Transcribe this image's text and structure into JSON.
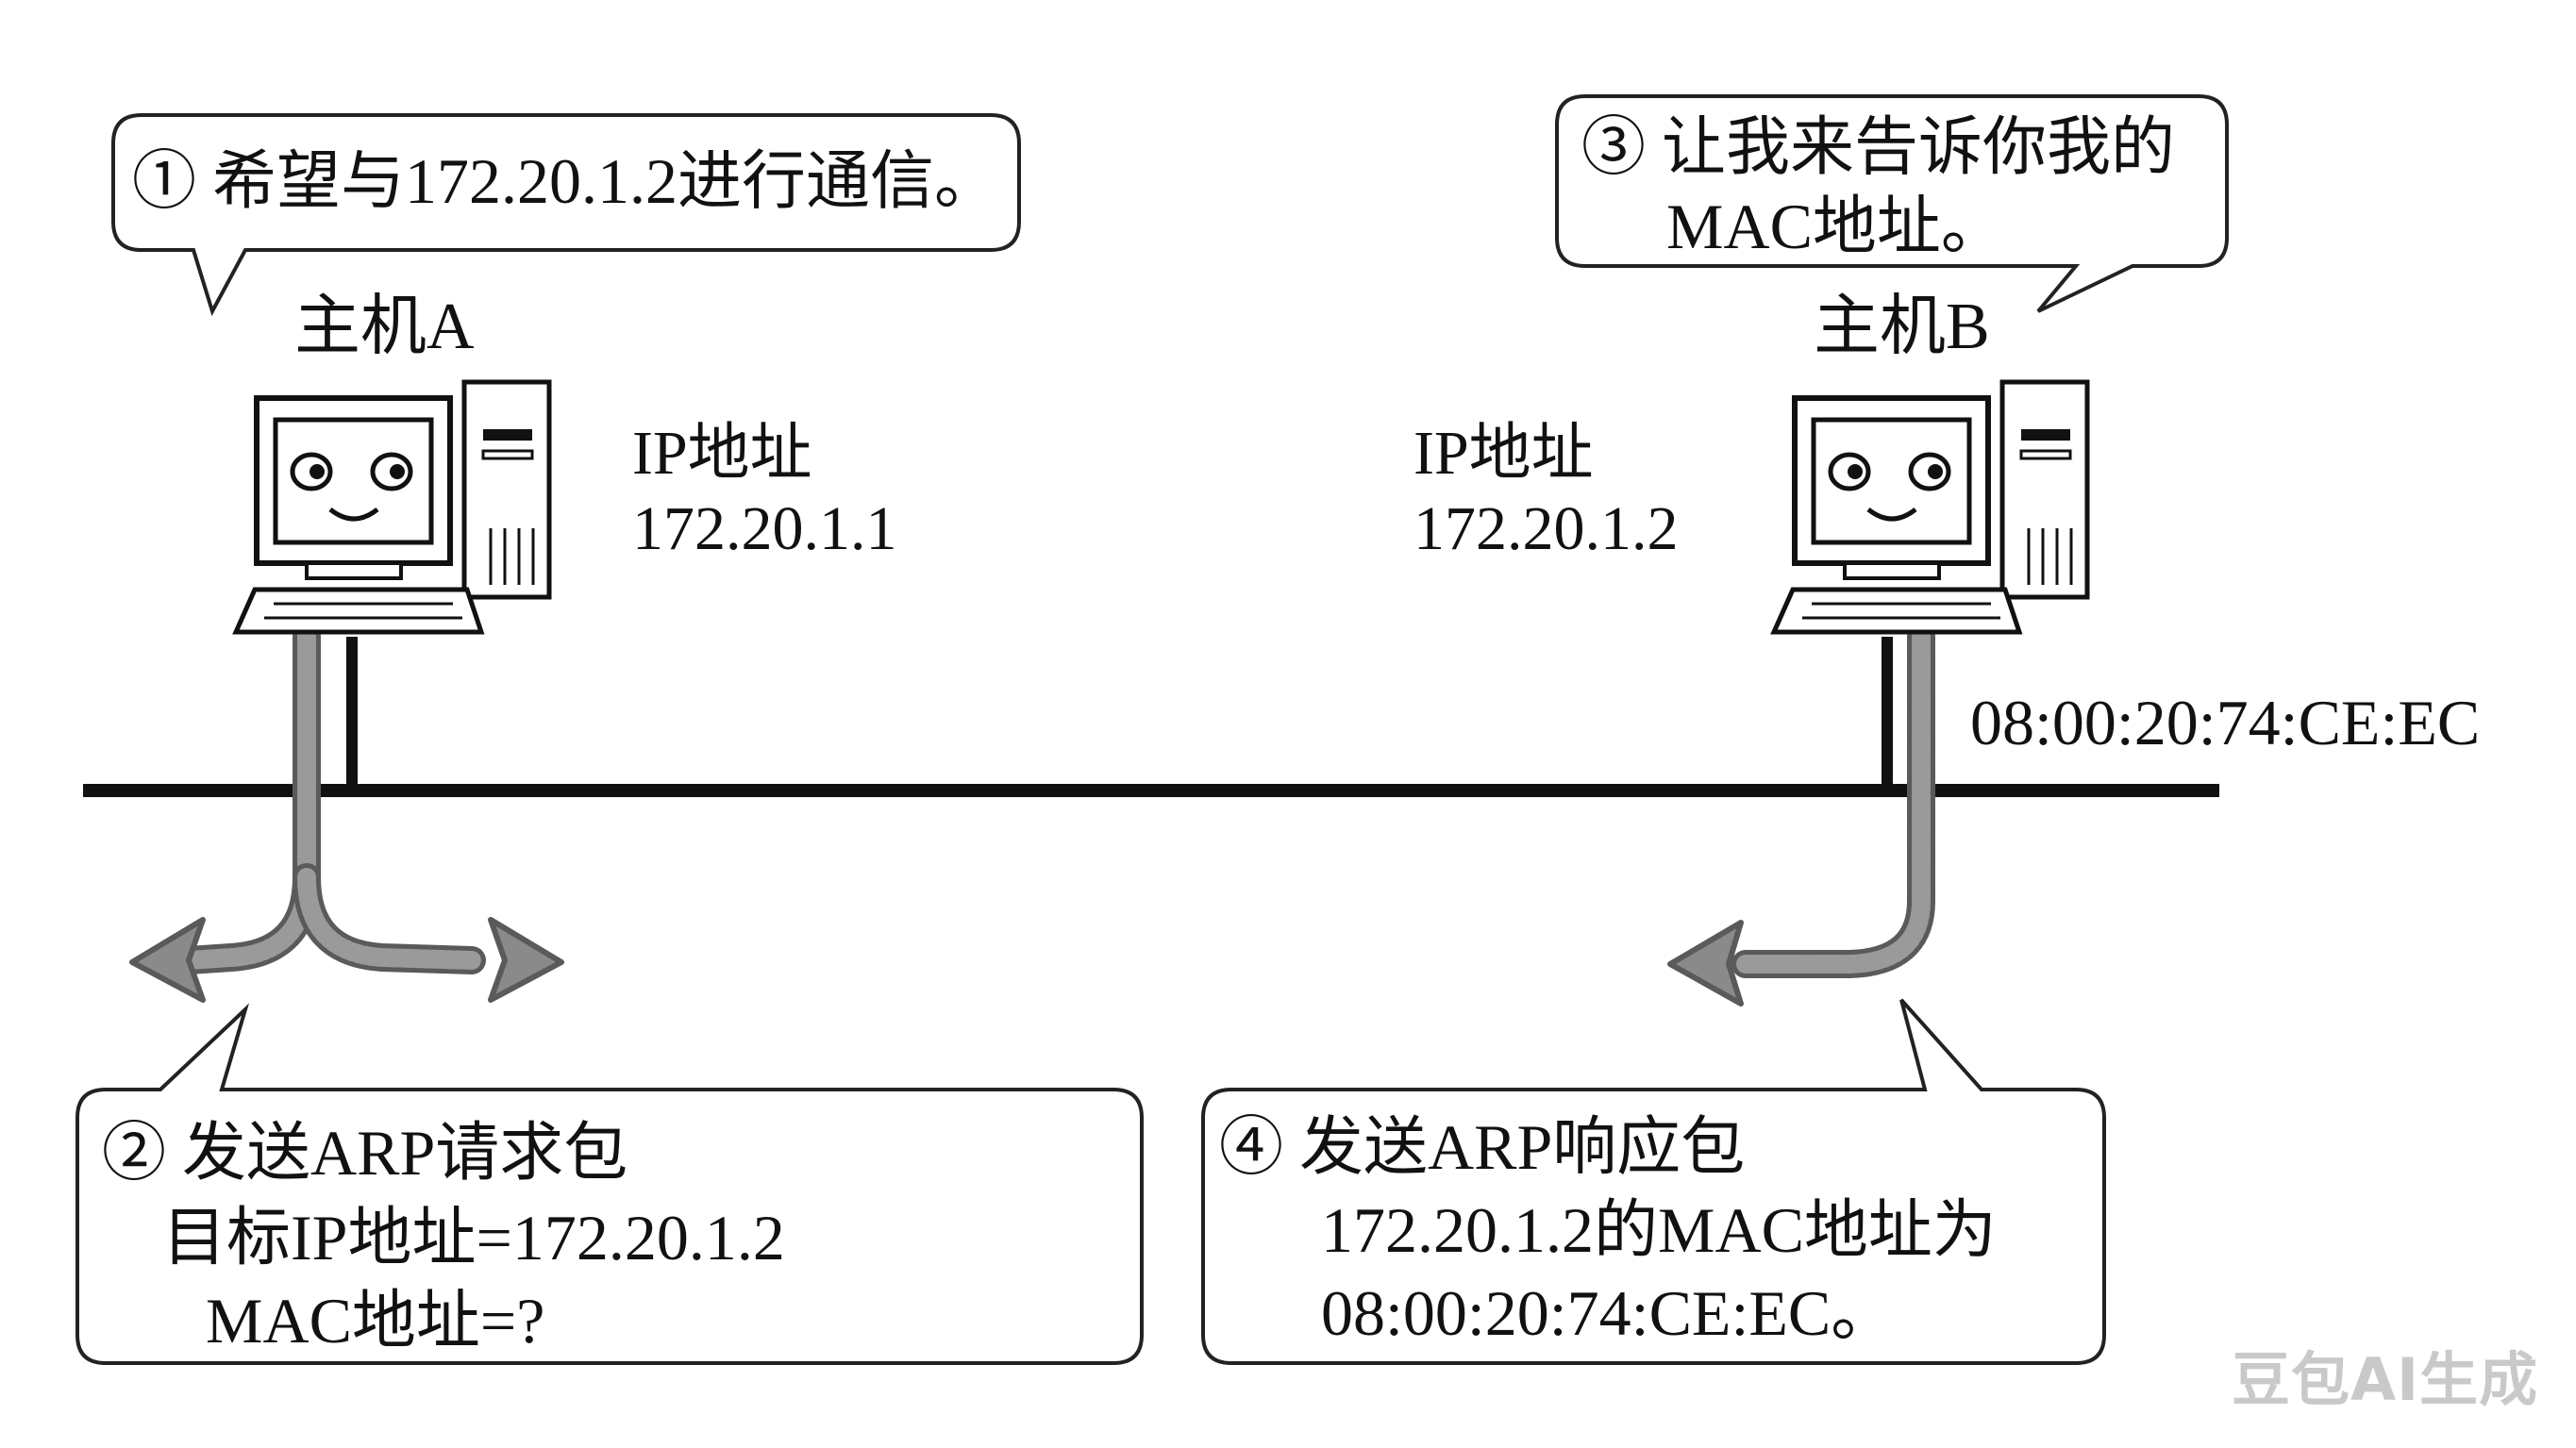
{
  "colors": {
    "line": "#111111",
    "arrow": "#8a8a8a",
    "arrow_stroke": "#5a5a5a",
    "bubble_border": "#222222",
    "watermark": "#c9c9c9"
  },
  "hostA": {
    "name": "主机A",
    "ip_label": "IP地址",
    "ip_value": "172.20.1.1"
  },
  "hostB": {
    "name": "主机B",
    "ip_label": "IP地址",
    "ip_value": "172.20.1.2",
    "mac": "08:00:20:74:CE:EC"
  },
  "bubbles": {
    "step1": {
      "lines": [
        "① 希望与172.20.1.2进行通信。"
      ]
    },
    "step2": {
      "lines": [
        "② 发送ARP请求包",
        "目标IP地址=172.20.1.2",
        "MAC地址=?"
      ]
    },
    "step3": {
      "lines": [
        "③ 让我来告诉你我的",
        "MAC地址。"
      ]
    },
    "step4": {
      "lines": [
        "④ 发送ARP响应包",
        "172.20.1.2的MAC地址为",
        "08:00:20:74:CE:EC。"
      ]
    }
  },
  "watermark": "豆包AI生成",
  "icons": {
    "computer": "computer-icon"
  }
}
